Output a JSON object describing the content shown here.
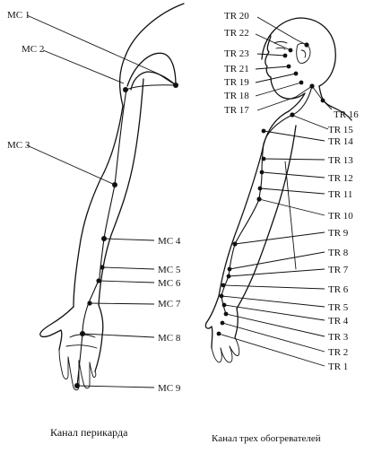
{
  "left": {
    "caption": "Канал перикарда",
    "points": [
      {
        "id": "mc1",
        "label": "MC 1"
      },
      {
        "id": "mc2",
        "label": "MC 2"
      },
      {
        "id": "mc3",
        "label": "MC 3"
      },
      {
        "id": "mc4",
        "label": "MC 4"
      },
      {
        "id": "mc5",
        "label": "MC 5"
      },
      {
        "id": "mc6",
        "label": "MC 6"
      },
      {
        "id": "mc7",
        "label": "MC 7"
      },
      {
        "id": "mc8",
        "label": "MC 8"
      },
      {
        "id": "mc9",
        "label": "MC 9"
      }
    ]
  },
  "right": {
    "caption": "Канал трех обогревателей",
    "points": [
      {
        "id": "tr20",
        "label": "TR 20"
      },
      {
        "id": "tr22",
        "label": "TR 22"
      },
      {
        "id": "tr23",
        "label": "TR 23"
      },
      {
        "id": "tr21",
        "label": "TR 21"
      },
      {
        "id": "tr19",
        "label": "TR 19"
      },
      {
        "id": "tr18",
        "label": "TR 18"
      },
      {
        "id": "tr17",
        "label": "TR 17"
      },
      {
        "id": "tr16",
        "label": "TR 16"
      },
      {
        "id": "tr15",
        "label": "TR 15"
      },
      {
        "id": "tr14",
        "label": "TR 14"
      },
      {
        "id": "tr13",
        "label": "TR 13"
      },
      {
        "id": "tr12",
        "label": "TR 12"
      },
      {
        "id": "tr11",
        "label": "TR 11"
      },
      {
        "id": "tr10",
        "label": "TR 10"
      },
      {
        "id": "tr9",
        "label": "TR 9"
      },
      {
        "id": "tr8",
        "label": "TR 8"
      },
      {
        "id": "tr7",
        "label": "TR 7"
      },
      {
        "id": "tr6",
        "label": "TR 6"
      },
      {
        "id": "tr5",
        "label": "TR 5"
      },
      {
        "id": "tr4",
        "label": "TR 4"
      },
      {
        "id": "tr3",
        "label": "TR 3"
      },
      {
        "id": "tr2",
        "label": "TR 2"
      },
      {
        "id": "tr1",
        "label": "TR 1"
      }
    ]
  }
}
